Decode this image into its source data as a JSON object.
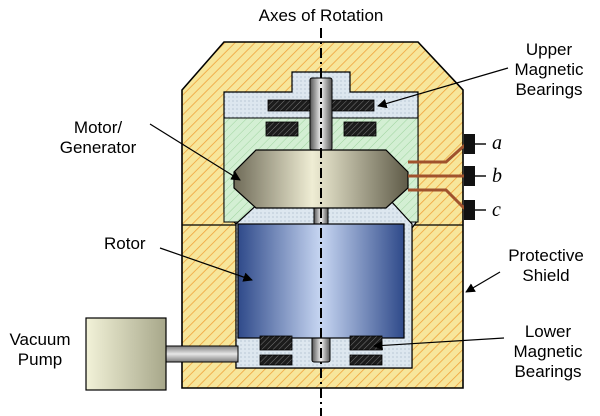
{
  "labels": {
    "axes": "Axes of Rotation",
    "upper_bearings": [
      "Upper",
      "Magnetic",
      "Bearings"
    ],
    "motor": [
      "Motor/",
      "Generator"
    ],
    "rotor": "Rotor",
    "shield": [
      "Protective",
      "Shield"
    ],
    "vacuum": [
      "Vacuum",
      "Pump"
    ],
    "lower_bearings": [
      "Lower",
      "Magnetic",
      "Bearings"
    ],
    "phases": [
      "a",
      "b",
      "c"
    ]
  },
  "colors": {
    "shield": "#f7e69b",
    "shield_hatch": "#f0a33c",
    "vacuum_fill": "#dde7ef",
    "motor_cavity": "#d3efd3",
    "rotor_blue": "#2f4a8a",
    "bearing": "#1c1c1c",
    "wire": "#a0522d",
    "pump": "#e0e0bb"
  }
}
